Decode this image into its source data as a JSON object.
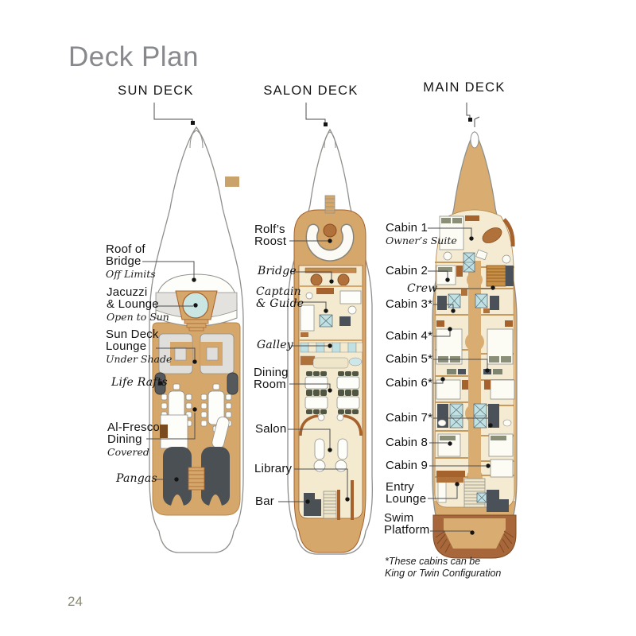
{
  "page": {
    "title": "Deck Plan",
    "page_number": "24"
  },
  "footnote": "*These cabins can be\nKing or Twin Configuration",
  "decks": {
    "sun": {
      "name": "SUN DECK",
      "labels": [
        {
          "title": "Roof of\nBridge",
          "subtitle": "Off Limits"
        },
        {
          "title": "Jacuzzi\n& Lounge",
          "subtitle": "Open to Sun"
        },
        {
          "title": "Sun Deck\nLounge",
          "subtitle": "Under Shade"
        },
        {
          "title": "Life Rafts"
        },
        {
          "title": "Al-Fresco\nDining",
          "subtitle": "Covered"
        },
        {
          "title": "Pangas"
        }
      ]
    },
    "salon": {
      "name": "SALON DECK",
      "labels": [
        {
          "title": "Rolf’s\nRoost"
        },
        {
          "title": "Bridge"
        },
        {
          "title": "Captain\n& Guide"
        },
        {
          "title": "Galley"
        },
        {
          "title": "Dining\nRoom"
        },
        {
          "title": "Salon"
        },
        {
          "title": "Library"
        },
        {
          "title": "Bar"
        }
      ]
    },
    "main": {
      "name": "MAIN DECK",
      "labels": [
        {
          "title": "Cabin 1",
          "subtitle": "Owner’s Suite"
        },
        {
          "title": "Cabin 2"
        },
        {
          "title": "Crew"
        },
        {
          "title": "Cabin 3*"
        },
        {
          "title": "Cabin 4*"
        },
        {
          "title": "Cabin 5*"
        },
        {
          "title": "Cabin 6*"
        },
        {
          "title": "Cabin 7*"
        },
        {
          "title": "Cabin 8"
        },
        {
          "title": "Cabin 9"
        },
        {
          "title": "Entry\nLounge"
        },
        {
          "title": "Swim\nPlatform"
        }
      ]
    }
  },
  "colors": {
    "deck_tan": "#d5a76a",
    "interior_cream": "#f4ead0",
    "accent_brown": "#a5622d",
    "dark_slate": "#4b5054",
    "jacuzzi_blue": "#c9e6e3",
    "tile_blue": "#bfe1e3",
    "title_gray": "#87898c"
  }
}
